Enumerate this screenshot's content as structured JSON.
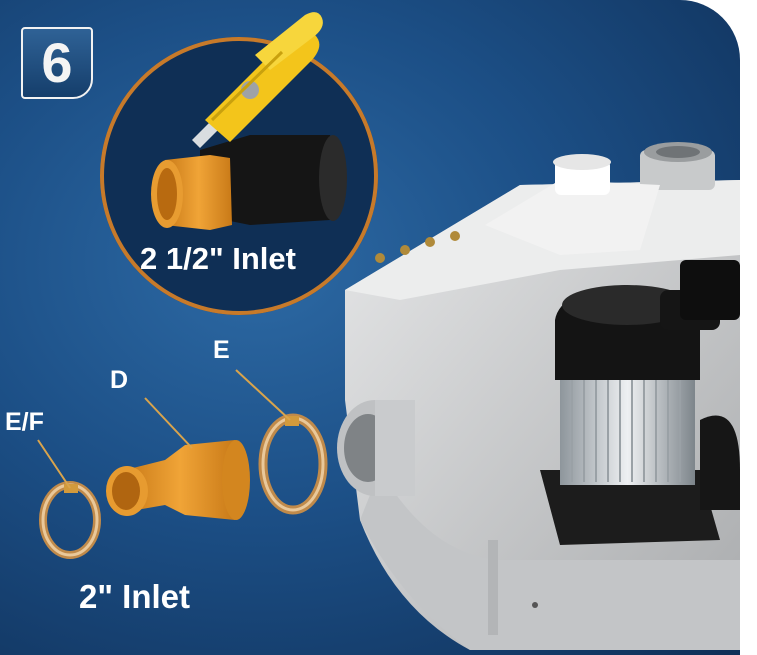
{
  "step": {
    "number": "6"
  },
  "labels": {
    "inlet_large": "2 1/2\" Inlet",
    "inlet_small": "2\" Inlet",
    "part_d": "D",
    "part_e": "E",
    "part_ef": "E/F"
  },
  "icons": [
    "utility-knife-icon"
  ],
  "colors": {
    "background": "#1c4f86",
    "accent_orange": "#e59a2c",
    "label_text": "#ffffff",
    "pump_body": "#d4d5d6"
  }
}
